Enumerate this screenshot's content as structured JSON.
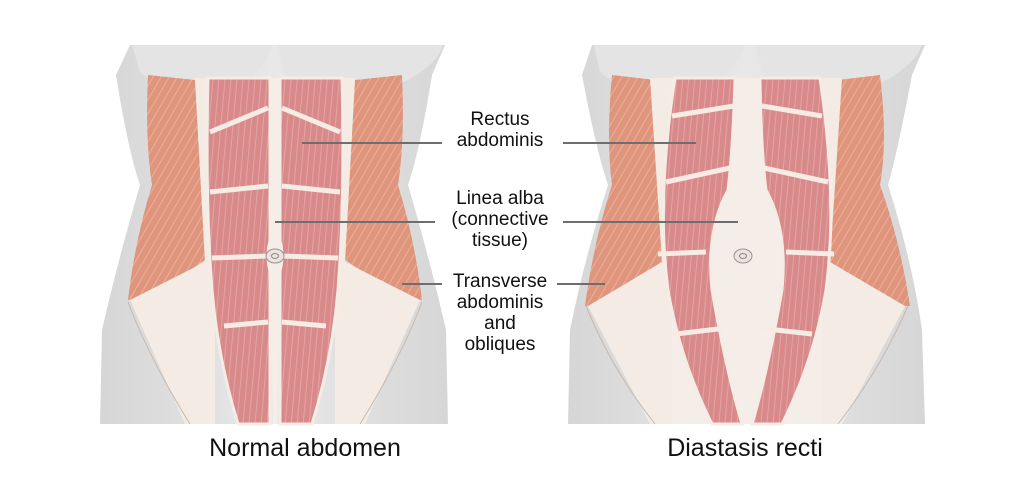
{
  "diagram": {
    "colors": {
      "skin": "#dcdcdd",
      "skin_light": "#ececec",
      "muscle": "#d98e8e",
      "muscle_dark": "#c97373",
      "oblique": "#e0967e",
      "fascia": "#f3ebe4",
      "leader_line": "#6e6e6e",
      "text": "#111111"
    },
    "labels": [
      {
        "id": "rectus",
        "text": "Rectus\nabdominis"
      },
      {
        "id": "linea",
        "text": "Linea alba\n(connective\ntissue)"
      },
      {
        "id": "transverse",
        "text": "Transverse\nabdominis\nand\nobliques"
      }
    ],
    "panels": [
      {
        "id": "normal",
        "caption": "Normal abdomen"
      },
      {
        "id": "diastasis",
        "caption": "Diastasis recti"
      }
    ]
  }
}
